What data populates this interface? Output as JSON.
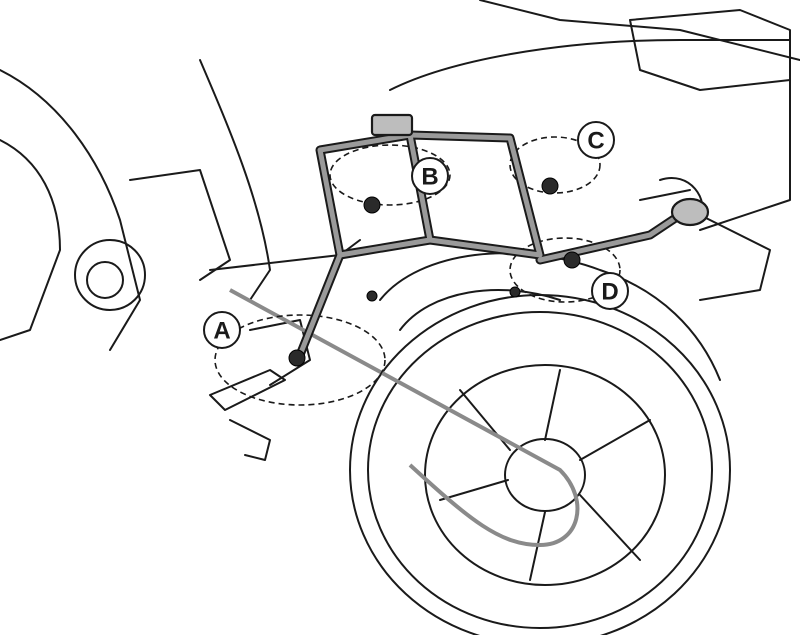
{
  "diagram": {
    "callouts": [
      {
        "id": "A",
        "label": "A"
      },
      {
        "id": "B",
        "label": "B"
      },
      {
        "id": "C",
        "label": "C"
      },
      {
        "id": "D",
        "label": "D"
      }
    ],
    "colors": {
      "line": "#1a1a1a",
      "rack": "#bdbdbd",
      "chain": "#8a8a8a"
    }
  }
}
